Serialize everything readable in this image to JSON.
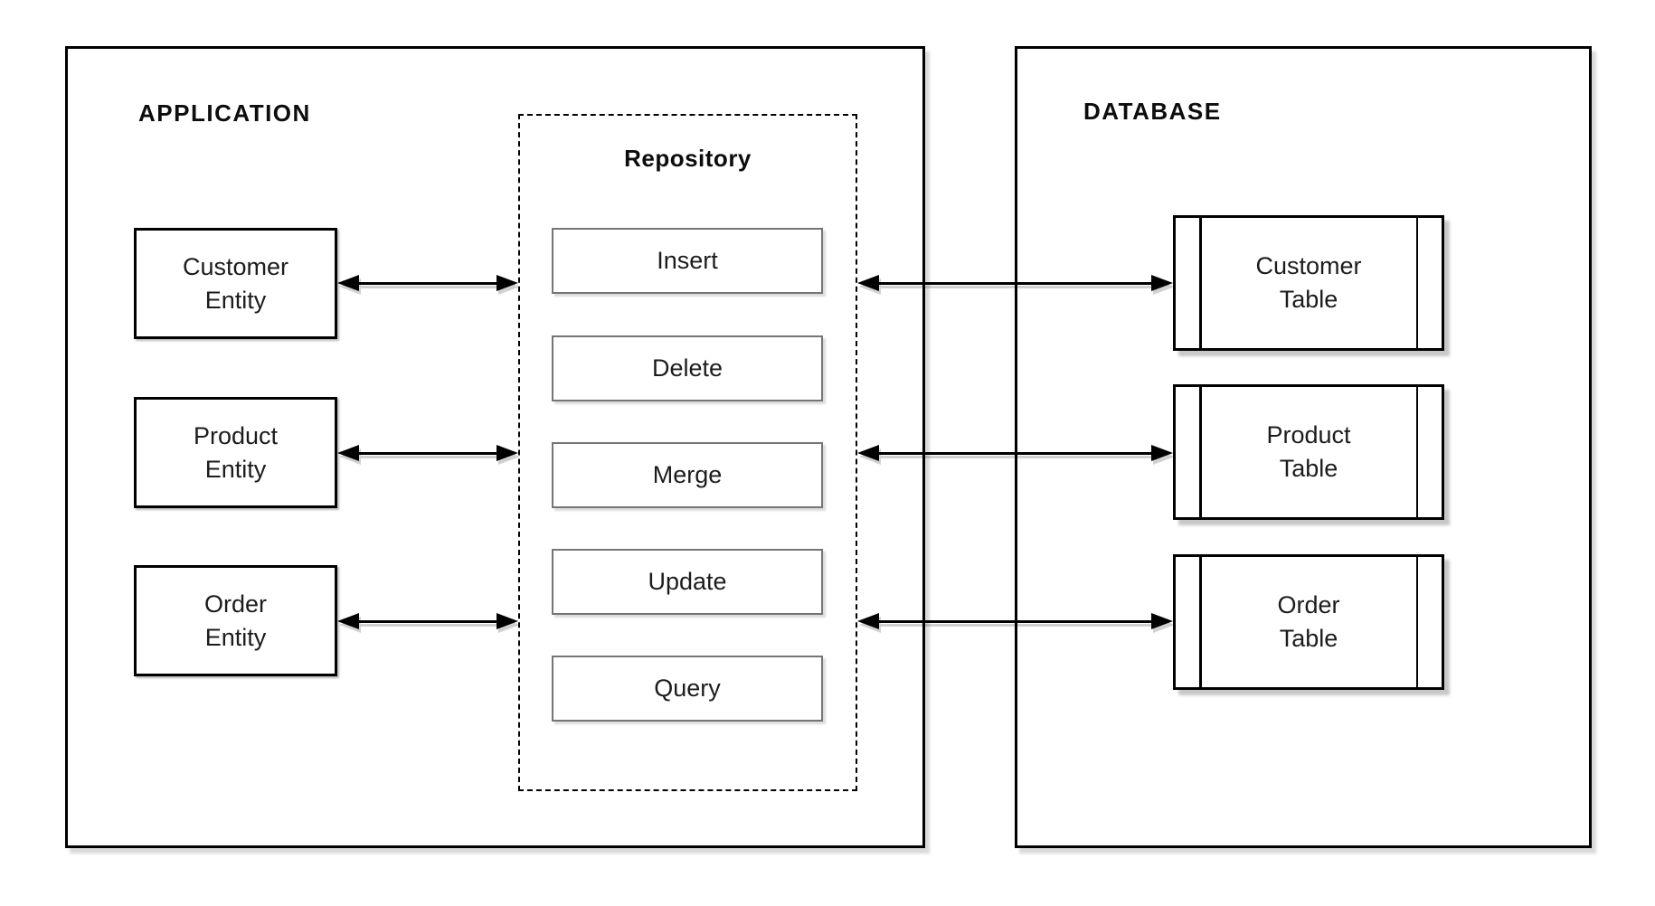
{
  "application": {
    "title": "APPLICATION",
    "entities": [
      {
        "label": "Customer\nEntity"
      },
      {
        "label": "Product\nEntity"
      },
      {
        "label": "Order\nEntity"
      }
    ]
  },
  "repository": {
    "title": "Repository",
    "operations": [
      {
        "label": "Insert"
      },
      {
        "label": "Delete"
      },
      {
        "label": "Merge"
      },
      {
        "label": "Update"
      },
      {
        "label": "Query"
      }
    ]
  },
  "database": {
    "title": "DATABASE",
    "tables": [
      {
        "label": "Customer\nTable"
      },
      {
        "label": "Product\nTable"
      },
      {
        "label": "Order\nTable"
      }
    ]
  },
  "connections": [
    {
      "from": "Customer Entity",
      "to": "Repository",
      "type": "bidirectional"
    },
    {
      "from": "Product Entity",
      "to": "Repository",
      "type": "bidirectional"
    },
    {
      "from": "Order Entity",
      "to": "Repository",
      "type": "bidirectional"
    },
    {
      "from": "Repository",
      "to": "Customer Table",
      "type": "bidirectional"
    },
    {
      "from": "Repository",
      "to": "Product Table",
      "type": "bidirectional"
    },
    {
      "from": "Repository",
      "to": "Order Table",
      "type": "bidirectional"
    }
  ],
  "colors": {
    "stroke": "#000000",
    "operation_border": "#757575",
    "text": "#1c1c1c",
    "background": "#ffffff",
    "shadow": "#cccccc"
  }
}
